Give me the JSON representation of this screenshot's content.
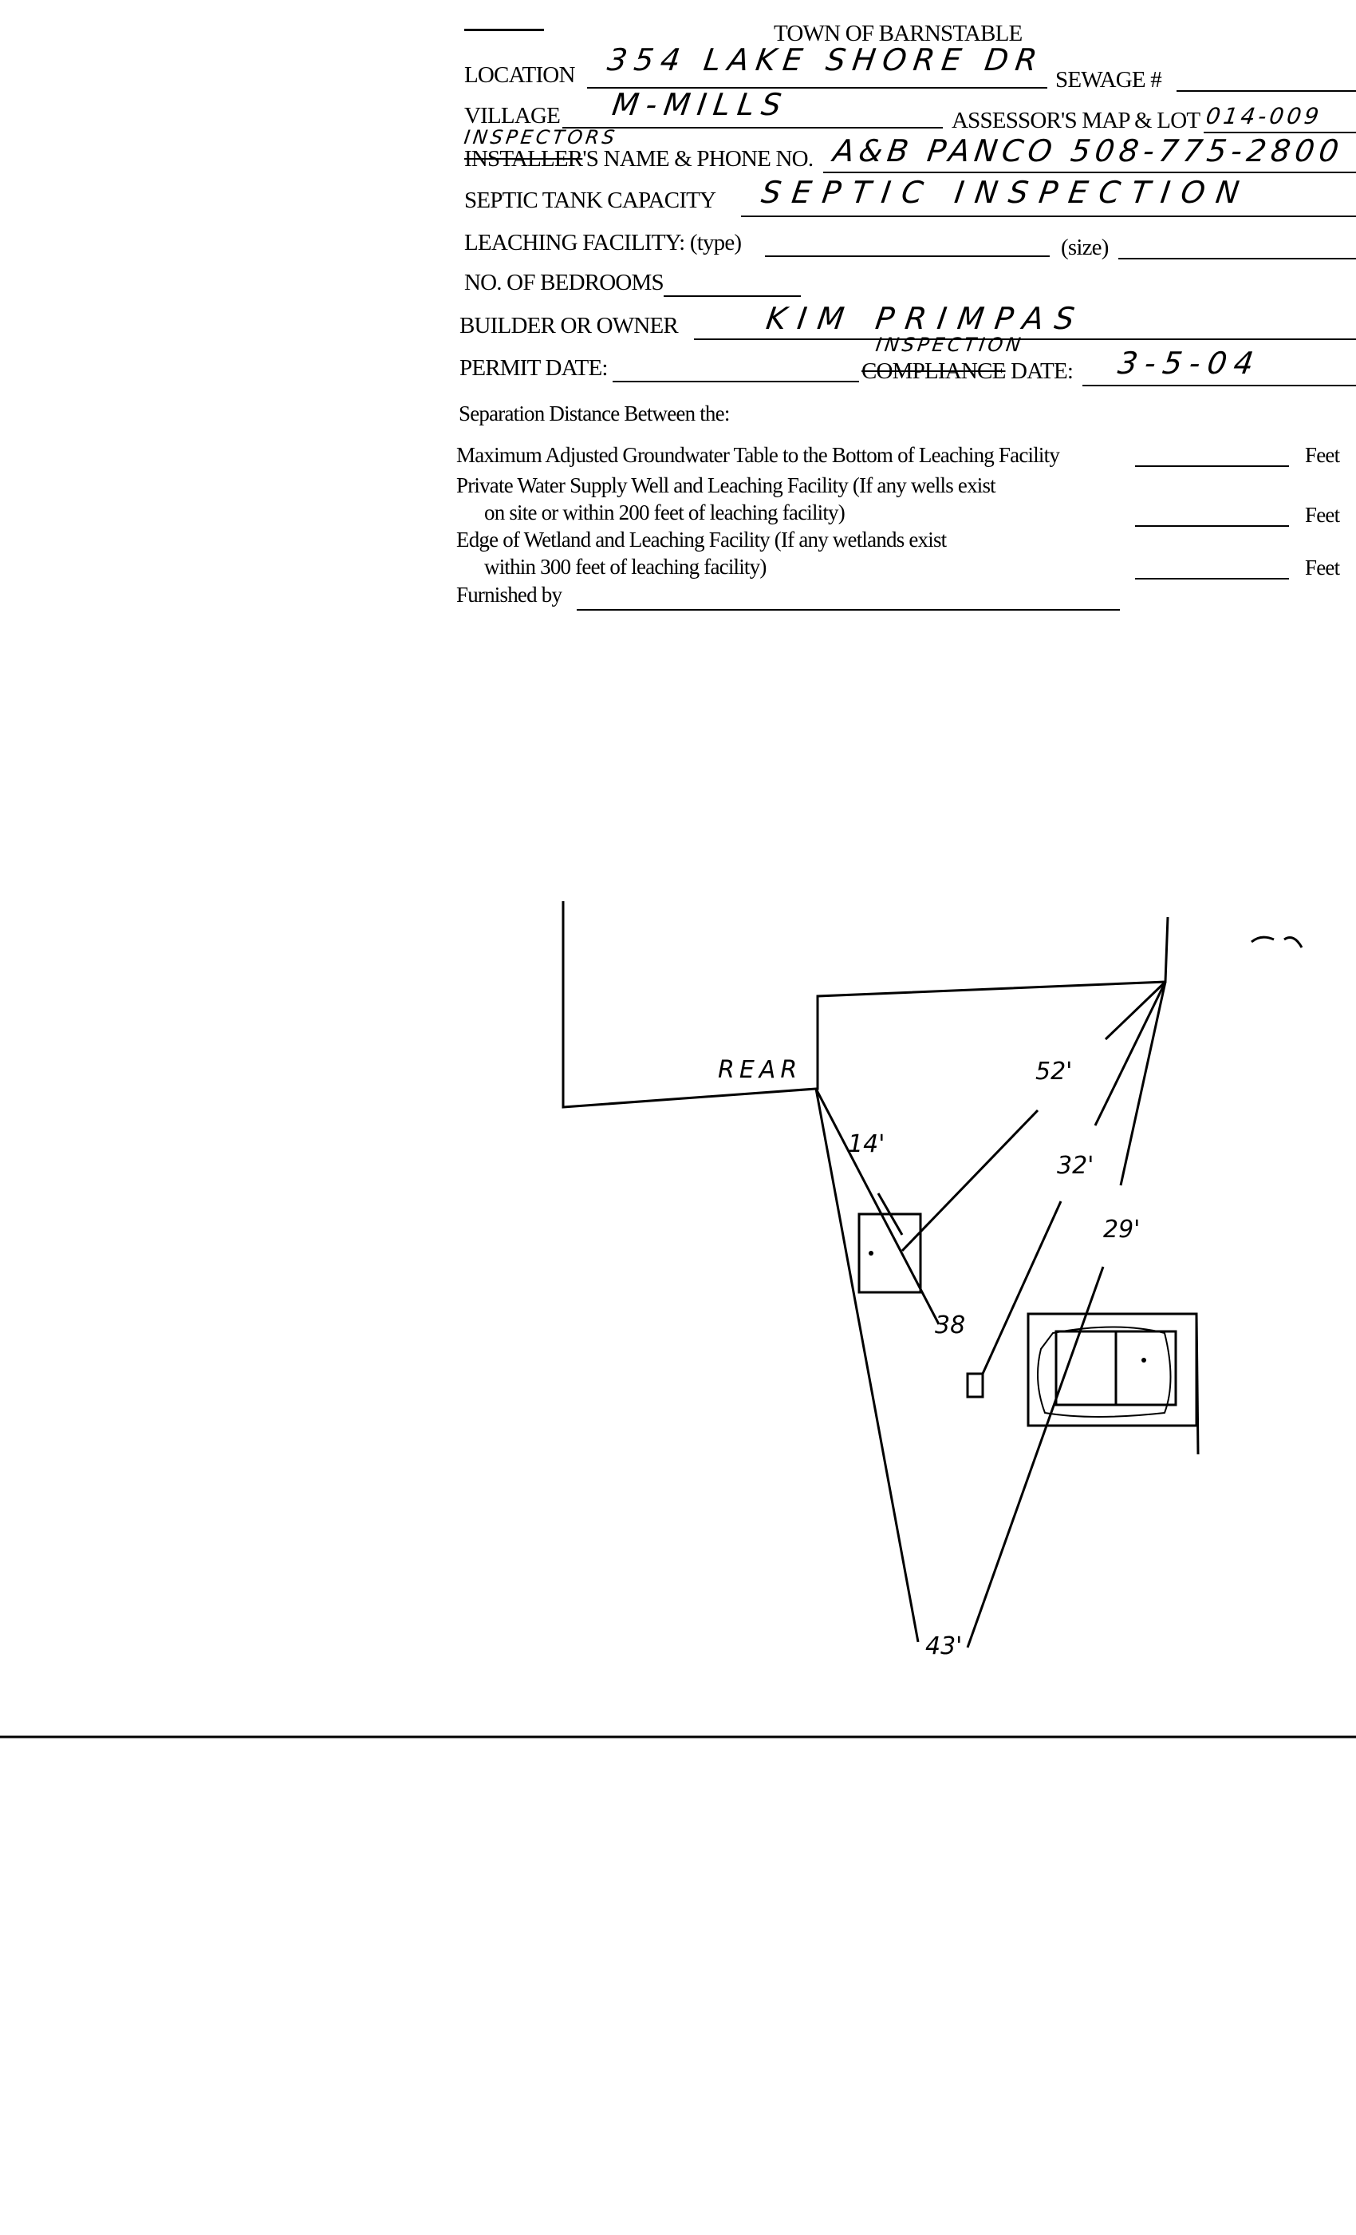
{
  "form": {
    "title": "TOWN OF BARNSTABLE",
    "location_label": "LOCATION",
    "location_value": "354 LAKE SHORE DR",
    "sewage_label": "SEWAGE #",
    "village_label": "VILLAGE",
    "village_value": "M-MILLS",
    "assessor_label": "ASSESSOR'S MAP & LOT",
    "assessor_value": "014-009",
    "inspectors_note": "INSPECTORS",
    "installer_struck": "INSTALLER",
    "installer_label_rest": "'S NAME & PHONE NO.",
    "installer_value": "A&B PANCO 508-775-2800",
    "septic_label": "SEPTIC TANK CAPACITY",
    "septic_value": "SEPTIC INSPECTION",
    "leaching_label": "LEACHING FACILITY: (type)",
    "size_label": "(size)",
    "bedrooms_label": "NO. OF BEDROOMS",
    "owner_label": "BUILDER OR OWNER",
    "owner_value": "KIM PRIMPAS",
    "permit_label": "PERMIT DATE:",
    "inspection_note": "INSPECTION",
    "compliance_struck": "COMPLIANCE",
    "date_label": "DATE:",
    "compliance_value": "3-5-04"
  },
  "separation": {
    "heading": "Separation Distance Between the:",
    "row1": "Maximum Adjusted Groundwater Table to the Bottom of Leaching Facility",
    "row2a": "Private Water Supply Well and Leaching Facility  (If any wells exist",
    "row2b": "on site or within 200 feet of leaching facility)",
    "row3a": "Edge of Wetland and Leaching Facility (If any wetlands exist",
    "row3b": "within 300 feet of leaching facility)",
    "unit": "Feet",
    "furnished_label": "Furnished by"
  },
  "sketch": {
    "rear_label": "REAR",
    "d52": "52'",
    "d32": "32'",
    "d29": "29'",
    "d14": "14'",
    "d38": "38",
    "d43": "43'"
  }
}
